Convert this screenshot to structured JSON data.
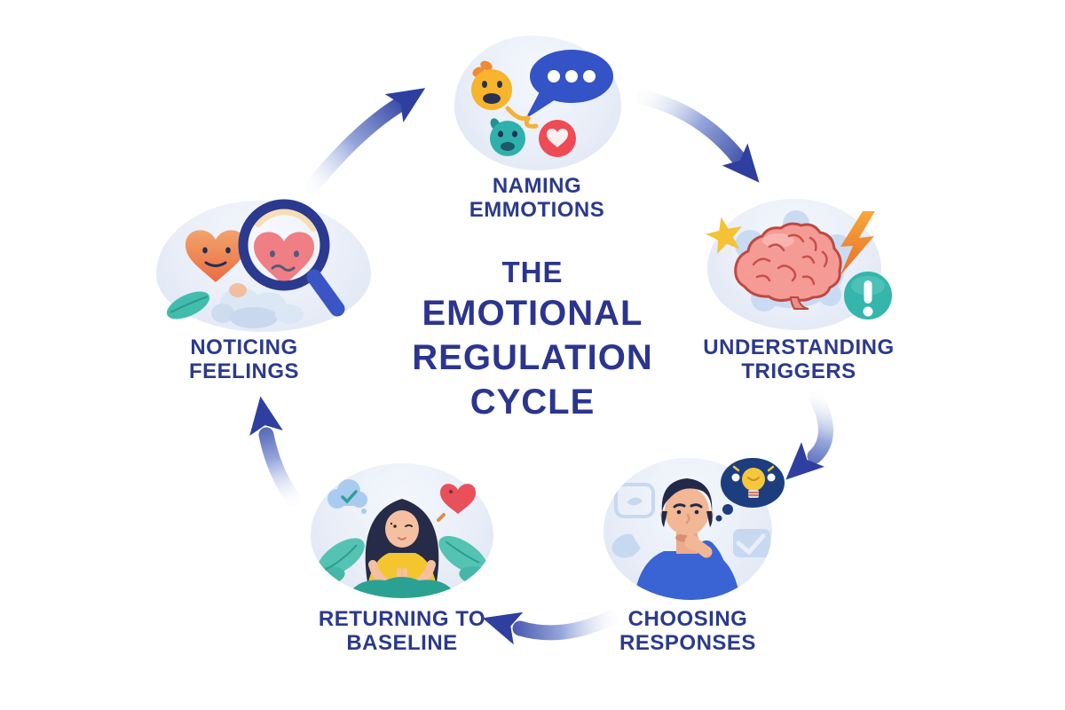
{
  "title": {
    "lines": [
      "THE",
      "EMOTIONAL",
      "REGULATION",
      "CYCLE"
    ]
  },
  "stages": [
    {
      "name": "naming-emotions",
      "lines": [
        "NAMING",
        "EMMOTIONS"
      ],
      "icon": "emoji-faces-speech-bubble-heart-icon"
    },
    {
      "name": "understanding-triggers",
      "lines": [
        "UNDERSTANDING",
        "TRIGGERS"
      ],
      "icon": "brain-lightning-star-exclamation-icon"
    },
    {
      "name": "choosing-responses",
      "lines": [
        "CHOOSING",
        "RESPONSES"
      ],
      "icon": "thinking-person-lightbulb-icon"
    },
    {
      "name": "returning-to-baseline",
      "lines": [
        "RETURNING TO",
        "BASELINE"
      ],
      "icon": "meditating-person-leaves-heart-icon"
    },
    {
      "name": "noticing-feelings",
      "lines": [
        "NOTICING",
        "FEELINGS"
      ],
      "icon": "hearts-magnifying-glass-icon"
    }
  ],
  "arrows": [
    {
      "from": "noticing-feelings",
      "to": "naming-emotions",
      "direction": "up-right"
    },
    {
      "from": "naming-emotions",
      "to": "understanding-triggers",
      "direction": "down-right"
    },
    {
      "from": "understanding-triggers",
      "to": "choosing-responses",
      "direction": "down"
    },
    {
      "from": "choosing-responses",
      "to": "returning-to-baseline",
      "direction": "left"
    },
    {
      "from": "returning-to-baseline",
      "to": "noticing-feelings",
      "direction": "up"
    }
  ],
  "colors": {
    "background": "#ffffff",
    "title_text": "#2b3590",
    "label_text": "#2b3a8c",
    "arrow_dark": "#2e3fa0",
    "bubble_light": "#f4f7fc",
    "bubble_dark": "#dde5f2",
    "accent_blue": "#3353c6",
    "teal": "#34b6ac",
    "yellow": "#f7b42c",
    "red": "#ee4b55",
    "orange": "#ef8230",
    "brain_pink": "#f59b95"
  }
}
